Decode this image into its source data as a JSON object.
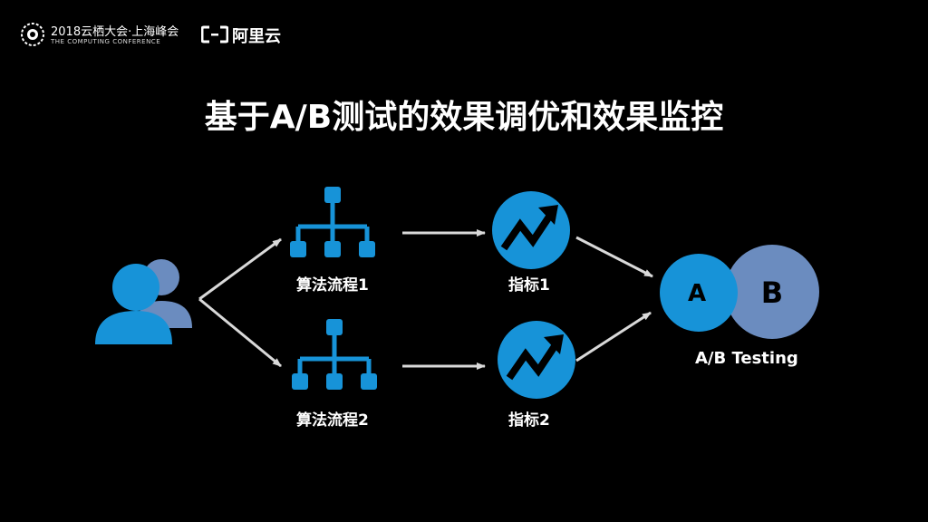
{
  "header": {
    "conference_title": "2018云栖大会·上海峰会",
    "conference_subtitle": "THE COMPUTING CONFERENCE",
    "brand_name": "阿里云"
  },
  "slide": {
    "title": "基于A/B测试的效果调优和效果监控"
  },
  "diagram": {
    "flows": [
      {
        "pipeline_label": "算法流程1",
        "metric_label": "指标1"
      },
      {
        "pipeline_label": "算法流程2",
        "metric_label": "指标2"
      }
    ],
    "ab": {
      "letter_a": "A",
      "letter_b": "B",
      "label": "A/B Testing"
    },
    "colors": {
      "accent_blue": "#1793d8",
      "secondary_blue": "#6b8cbf",
      "arrow_gray": "#d9d9d9"
    },
    "icons": {
      "users": "users-icon",
      "pipeline": "org-chart-icon",
      "metric": "trend-up-icon"
    }
  }
}
